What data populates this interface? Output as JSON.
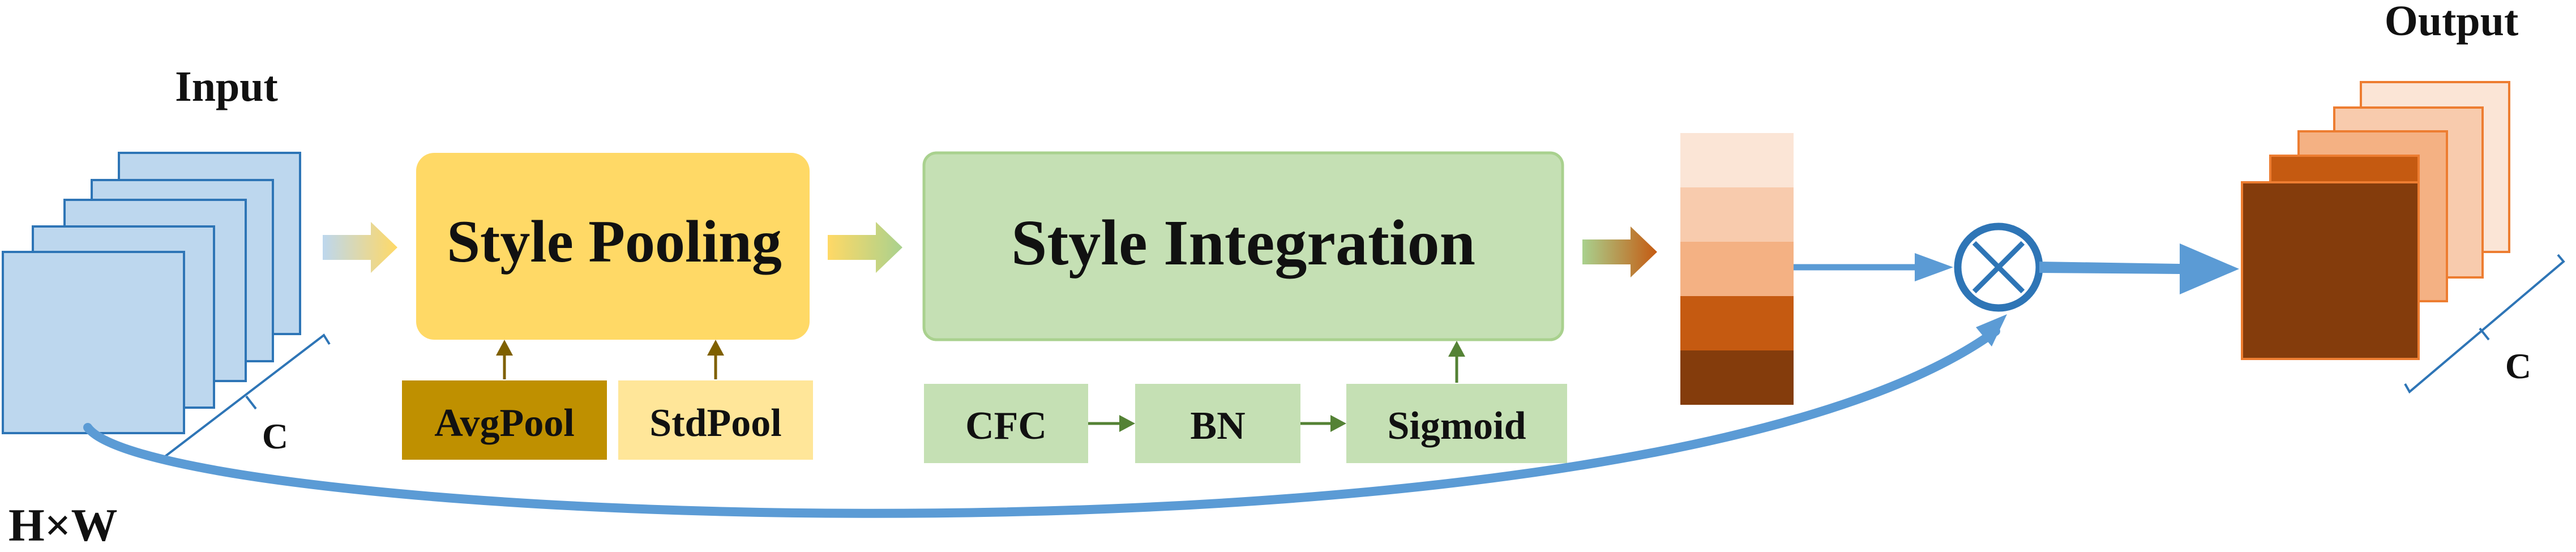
{
  "labels": {
    "input": "Input",
    "output": "Output",
    "hw": "H×W",
    "c_input": "C",
    "c_output": "C"
  },
  "blocks": {
    "style_pooling": "Style Pooling",
    "style_integration": "Style Integration"
  },
  "ops": {
    "avgpool": "AvgPool",
    "stdpool": "StdPool",
    "cfc": "CFC",
    "bn": "BN",
    "sigmoid": "Sigmoid"
  },
  "colors": {
    "input_fill": "#bdd7ee",
    "input_stroke": "#2e75b6",
    "pooling_fill": "#ffd966",
    "integration_fill": "#c5e0b4",
    "integration_stroke": "#a9d18e",
    "avgpool_fill": "#bf9000",
    "stdpool_fill": "#ffe699",
    "op_green_fill": "#c5e0b4",
    "connector_blue": "#5b9bd5",
    "arrow_olive": "#7f6000",
    "arrow_green": "#548235",
    "attention_weights": [
      "#fbe5d6",
      "#f8cbad",
      "#f4b183",
      "#c55a11",
      "#843c0c"
    ],
    "output_fill": [
      "#843c0c",
      "#c55a11",
      "#f4b183",
      "#f8cbad",
      "#fbe5d6"
    ],
    "output_stroke": "#ed7d31"
  },
  "icons": {
    "multiply": "circled-times-icon"
  }
}
